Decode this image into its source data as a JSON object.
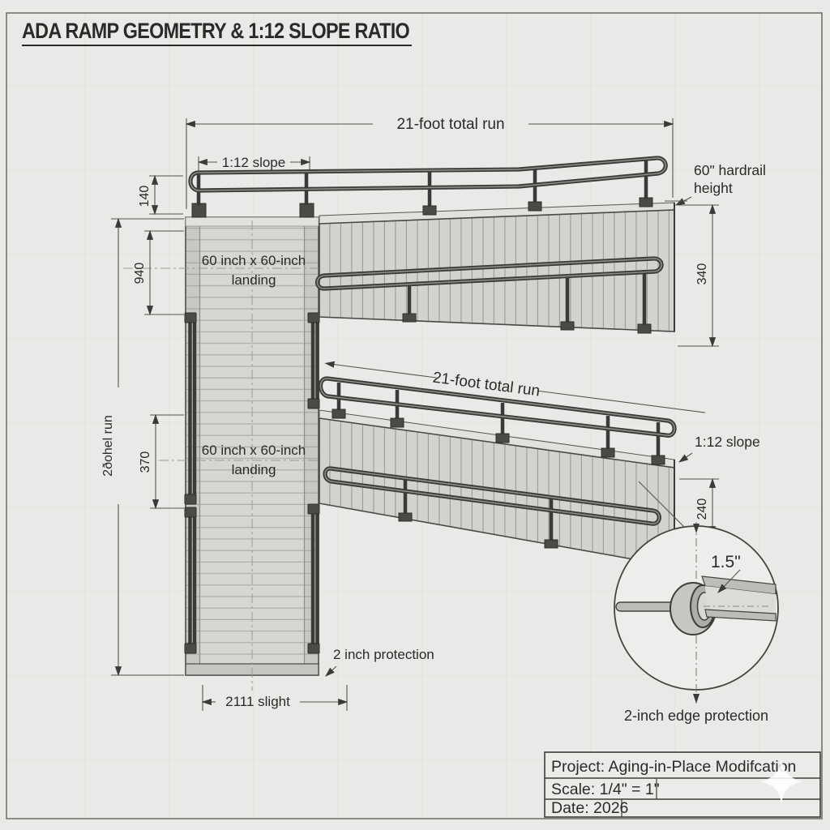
{
  "sheet": {
    "title": "ADA RAMP GEOMETRY & 1:12 SLOPE RATIO"
  },
  "colors": {
    "sheet_bg": "#e9e9e7",
    "line": "#3b3a38",
    "deck_fill": "#d6d5d1",
    "rail": "#3b3a38",
    "dim_line": "#55544e"
  },
  "dims": {
    "top_total_run": "21-foot total run",
    "mid_total_run": "21-foot total run",
    "slope_top": "1:12 slope",
    "slope_right": "1:12 slope",
    "handrail_l1": "60\" hardrail",
    "handrail_l2": "height",
    "d140": "140",
    "d940": "940",
    "d370": "370",
    "d340": "340",
    "d240": "240",
    "left_run": "2ðohel run",
    "bottom_width": "2111 slight",
    "protect_note": "2 inch protection"
  },
  "labels": {
    "landing1_l1": "60 inch x 60-inch",
    "landing1_l2": "landing",
    "landing2_l1": "60 inch x 60-inch",
    "landing2_l2": "landing"
  },
  "detail": {
    "size_label": "1.5\"",
    "caption": "2-inch edge protection"
  },
  "title_block": {
    "project": "Project: Aging-in-Place Modifcation",
    "scale": "Scale: 1/4\" = 1\"",
    "date": "Date: 2026"
  }
}
